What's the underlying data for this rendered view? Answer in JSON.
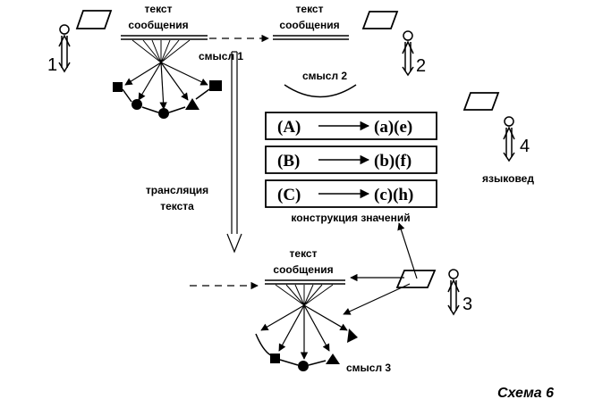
{
  "message_text_label": "текст сообщения",
  "message_text_lines": [
    "текст",
    "сообщения"
  ],
  "meaning_1": "смысл 1",
  "meaning_2": "смысл 2",
  "meaning_3": "смысл 3",
  "translation_lines": [
    "трансляция",
    "текста"
  ],
  "linguist": "языковед",
  "construction_label": "конструкция  значений",
  "rows": [
    {
      "left": "(A)",
      "right": "(a)(e)"
    },
    {
      "left": "(B)",
      "right": "(b)(f)"
    },
    {
      "left": "(C)",
      "right": "(c)(h)"
    }
  ],
  "actor_numbers": [
    "1",
    "2",
    "3",
    "4"
  ],
  "caption": "Схема 6"
}
